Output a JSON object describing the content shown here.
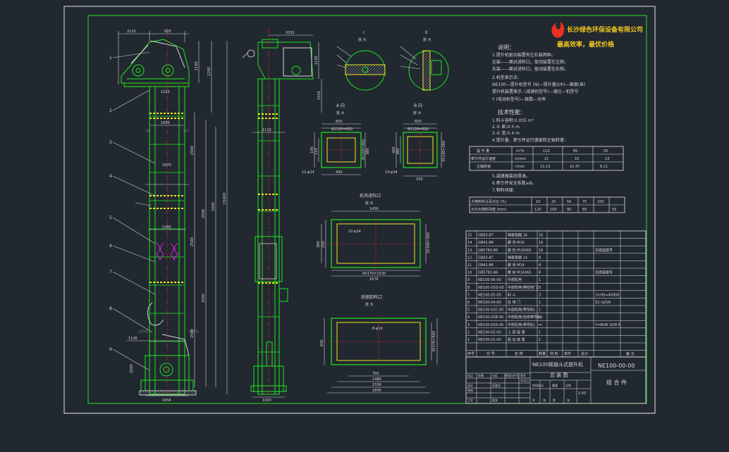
{
  "company": {
    "name": "长沙绿色环保设备有限公司",
    "slogan": "最高效率，最优价格"
  },
  "views": {
    "detail_I": {
      "label": "I",
      "scale": "放 大"
    },
    "detail_II": {
      "label": "II",
      "scale": "放 大"
    },
    "view_A": {
      "label": "A 向",
      "scale": "放 大"
    },
    "view_B": {
      "label": "B 向",
      "scale": "放 大"
    },
    "inlet": {
      "title": "机壳进料口",
      "scale": "放 大"
    },
    "outlet": {
      "title": "底座卸料口",
      "scale": "放 大"
    }
  },
  "notes": {
    "title": "说明：",
    "lines": [
      "1.提升机驱动装置有左右装两种。",
      "  左装——面对进料口，驱动装置在左侧。",
      "  右装——面对进料口，驱动装置在右侧。",
      "2.机型表示法：",
      "  NE100—提升机型号 (N)—提升量(t/h)—高度(米)",
      "  提升机装置表示:  (减速机型号)—速比—机型号",
      "          Y (电动机型号)—极数—功率"
    ]
  },
  "tech": {
    "title": "技术性能：",
    "lines": [
      "1.料斗容积:0.035 m³",
      "2.斗  距:0.5 m",
      "3.斗  宽:0.4 m",
      "4.提升量、牵引件运行速度和主轴转速："
    ],
    "table": {
      "rows": [
        [
          "提 升 量",
          "m³/h",
          "110",
          "85",
          "55"
        ],
        [
          "牵引件运行速度",
          "m/min",
          "21",
          "16",
          "13"
        ],
        [
          "主轴转速",
          "r/min",
          "13.13",
          "10.47",
          "8.21"
        ]
      ]
    },
    "lines2": [
      "5.减速器装润滑油。",
      "6.牵引件安全系数≥8。",
      "7.物料块度:"
    ],
    "table2": {
      "rows": [
        [
          "大物料所占百分比 (%)",
          "10",
          "25",
          "50",
          "75",
          "100"
        ],
        [
          "允许大物料块度 (mm)",
          "120",
          "100",
          "90",
          "65",
          "55"
        ]
      ]
    }
  },
  "bom": {
    "rows": [
      [
        "15",
        "GB93-87",
        "弹簧垫圈 16",
        "16",
        ""
      ],
      [
        "14",
        "GB41-86",
        "螺 母 M16",
        "16",
        ""
      ],
      [
        "13",
        "GB5783-86",
        "螺 栓 M16X65",
        "16",
        "见底座图号"
      ],
      [
        "12",
        "GB93-87",
        "弹簧垫圈 14",
        "8",
        ""
      ],
      [
        "11",
        "GB41-86",
        "螺 母 M14",
        "8",
        ""
      ],
      [
        "10",
        "GB5782-86",
        "螺 栓 M14X65",
        "8",
        "见底座图号"
      ],
      [
        "9",
        "NE100-06-00",
        "中部机壳",
        "1",
        ""
      ],
      [
        "8",
        "NE100-05D-00",
        "中部机壳(带检修门)",
        "3",
        ""
      ],
      [
        "7",
        "NE100-05-00",
        "料 斗",
        "3",
        "3×HS=40000"
      ],
      [
        "6",
        "NE100-04-00",
        "检 修 门",
        "1",
        "Z1-GZVA"
      ],
      [
        "5",
        "NE100-03C-00",
        "中部机壳(带导轨)",
        "1",
        ""
      ],
      [
        "4",
        "NE100-03B-00",
        "中部机壳(检修带导轨)",
        "m",
        ""
      ],
      [
        "3",
        "NE100-03A-00",
        "中部机壳(带导轨)",
        "m",
        "Y=8kW 10/8.5"
      ],
      [
        "2",
        "NE100-02-00",
        "上 部 装 置",
        "1",
        ""
      ],
      [
        "1",
        "NE100-01-00",
        "驱 动 装 置",
        "1",
        ""
      ]
    ],
    "header": [
      "序号",
      "代 号",
      "名 称",
      "数量",
      "材 料",
      "单件",
      "总计",
      "备 注"
    ]
  },
  "title_block": {
    "drawing_name": "NE100板链斗式提升机",
    "drawing_type": "总 装 图",
    "drawing_no": "NE100-00-00",
    "part_type": "组 合 件",
    "scale": "1:50",
    "labels": [
      "标记",
      "处数",
      "分区",
      "更改文件号",
      "签名",
      "年月日",
      "设计",
      "标准化",
      "审核",
      "工艺",
      "批准",
      "阶段标记",
      "重量",
      "比例",
      "共",
      "张",
      "第",
      "张"
    ]
  },
  "dims": {
    "front": [
      "2110",
      "920",
      "1100",
      "1200",
      "1220",
      "1650",
      "1670",
      "1480",
      "1126",
      "1656",
      "H1600",
      "2500",
      "2500",
      "2500",
      "2500",
      "2500",
      "2000",
      "1600"
    ],
    "side": [
      "2055",
      "1100",
      "1550",
      "1110",
      "1000"
    ],
    "viewA": [
      "600",
      "6X100=600",
      "400",
      "100",
      "110",
      "380",
      "3X120=360",
      "12-φ14"
    ],
    "viewB": [
      "650",
      "8X126=600",
      "400",
      "380",
      "3X130=390",
      "14-φ14",
      "330"
    ],
    "inlet": [
      "1456",
      "9X170=1530",
      "1676",
      "380",
      "250",
      "3X100=300",
      "22-φ14"
    ],
    "outlet": [
      "700",
      "1480",
      "1556",
      "1656",
      "600",
      "3X176=500",
      "8-φ14"
    ]
  },
  "callouts": [
    "1",
    "2",
    "3",
    "4",
    "5",
    "6",
    "7",
    "8",
    "9"
  ]
}
